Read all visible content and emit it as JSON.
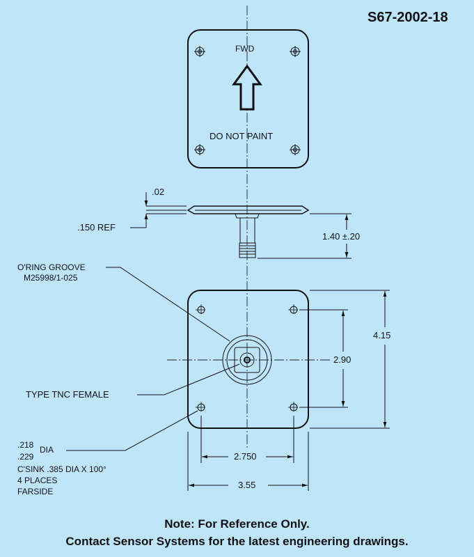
{
  "drawing": {
    "part_number": "S67-2002-18",
    "top_view": {
      "fwd_label": "FWD",
      "do_not_paint_label": "DO NOT PAINT"
    },
    "side_view": {
      "thickness_dim": ".02",
      "ref_dim": ".150 REF",
      "connector_length_dim": "1.40 ±.20"
    },
    "bottom_view": {
      "oring_groove_label": "O'RING GROOVE",
      "oring_groove_spec": "M25998/1-025",
      "connector_label": "TYPE TNC FEMALE",
      "hole_dia_upper": ".218",
      "hole_dia_lower": ".229",
      "hole_dia_suffix": "DIA",
      "csink_note": "C'SINK .385 DIA X 100°",
      "places_note": "4 PLACES",
      "farside_note": "FARSIDE",
      "height_dim": "4.15",
      "hole_spacing_vertical": "2.90",
      "hole_spacing_horizontal": "2.750",
      "width_dim": "3.55"
    }
  },
  "footer": {
    "line1": "Note: For Reference Only.",
    "line2": "Contact Sensor Systems for the latest engineering drawings."
  }
}
